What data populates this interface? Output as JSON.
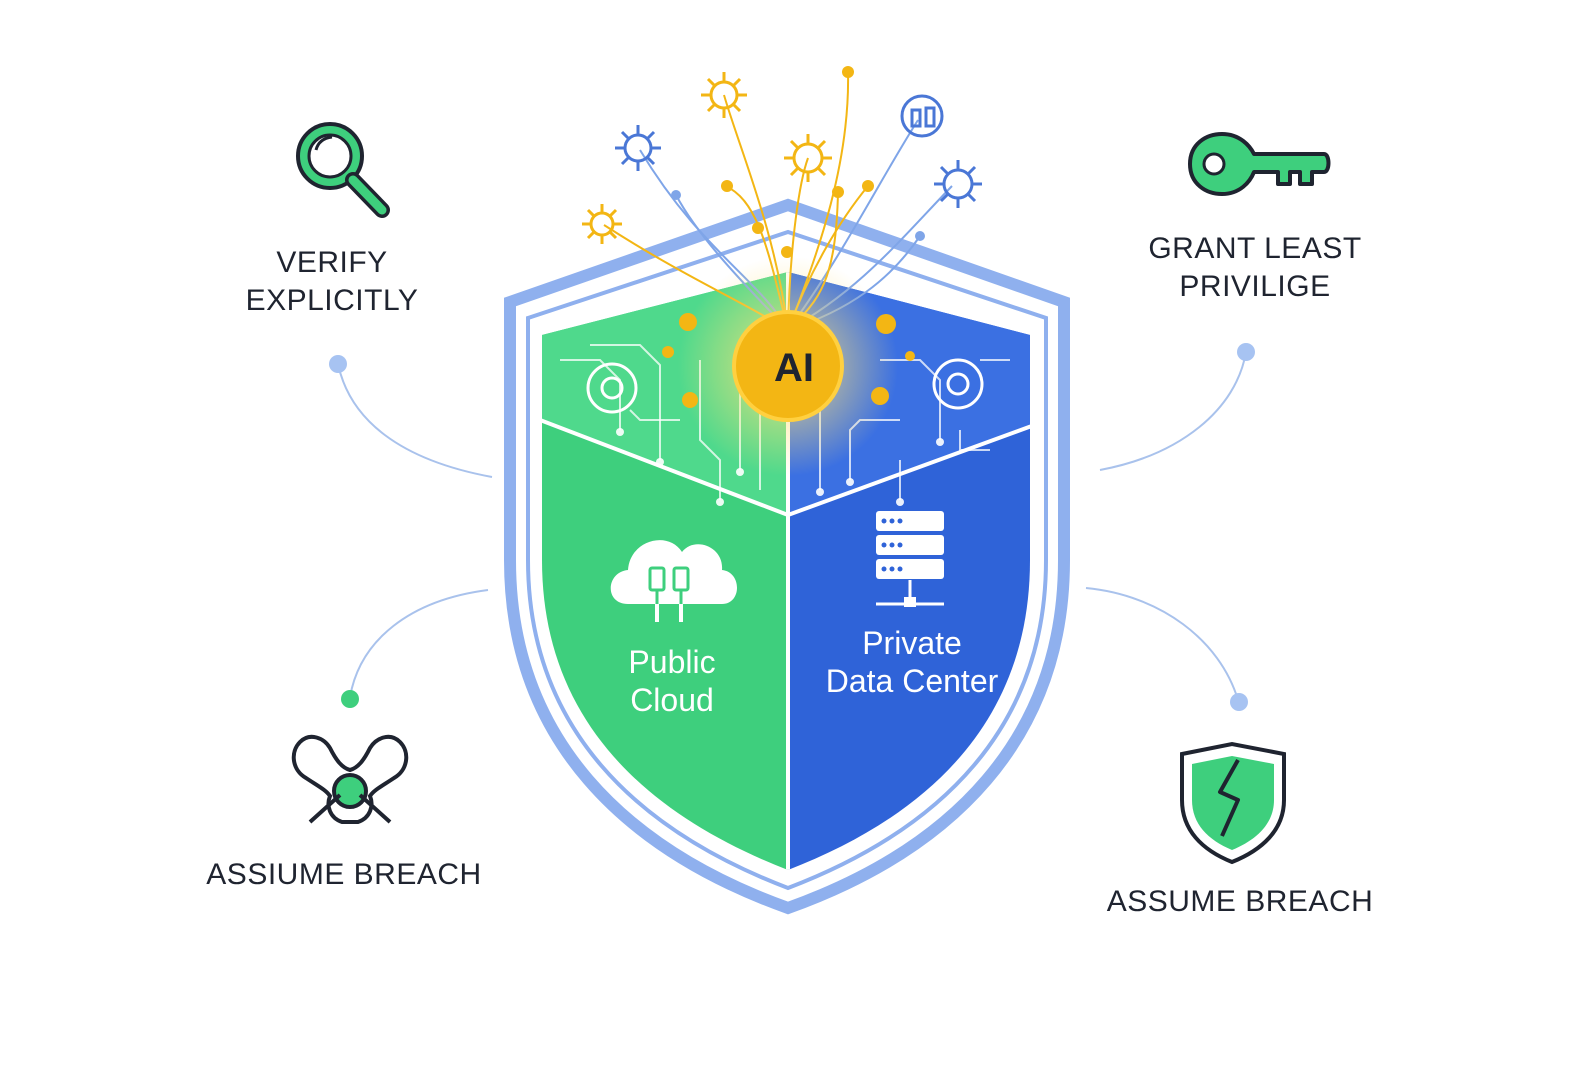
{
  "core": {
    "label": "AI"
  },
  "zones": {
    "public_cloud": {
      "line1": "Public",
      "line2": "Cloud"
    },
    "private_dc": {
      "line1": "Private",
      "line2": "Data Center"
    }
  },
  "principles": {
    "verify": {
      "line1": "VERIFY",
      "line2": "EXPLICITLY",
      "icon": "magnifier-icon"
    },
    "least_privilege": {
      "line1": "GRANT LEAST",
      "line2": "PRIVILIGE",
      "icon": "key-icon"
    },
    "breach_left": {
      "line1": "ASSIUME BREACH",
      "icon": "connector-node-icon"
    },
    "breach_right": {
      "line1": "ASSUME BREACH",
      "icon": "broken-shield-icon"
    }
  },
  "colors": {
    "green": "#3ecf7d",
    "blue": "#2f63d8",
    "outline": "#8fb0ee",
    "ai": "#f3b614",
    "ink": "#1f2430"
  }
}
